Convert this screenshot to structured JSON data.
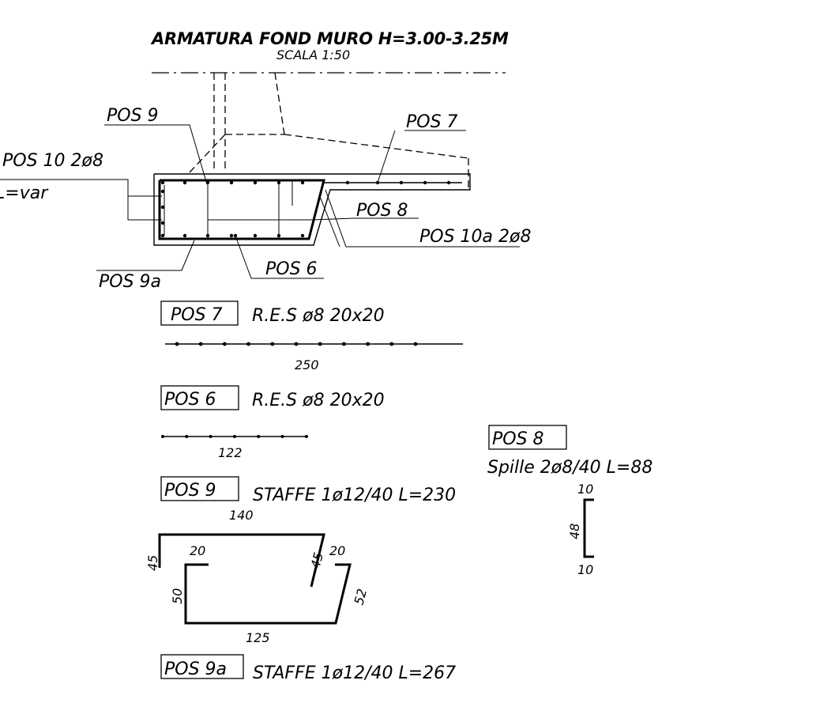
{
  "title": "ARMATURA FOND MURO H=3.00-3.25M",
  "scale": "SCALA 1:50",
  "section_labels": {
    "pos9": "POS 9",
    "pos7": "POS 7",
    "pos10": "POS 10 2ø8",
    "lvar": "L=var",
    "pos8": "POS 8",
    "pos10a": "POS 10a 2ø8",
    "pos9a": "POS 9a",
    "pos6": "POS 6"
  },
  "schedule": {
    "pos7": {
      "tag": "POS 7",
      "desc": "R.E.S ø8 20x20",
      "length": "250"
    },
    "pos6": {
      "tag": "POS 6",
      "desc": "R.E.S ø8 20x20",
      "length": "122"
    },
    "pos8": {
      "tag": "POS 8",
      "desc": "Spille 2ø8/40 L=88",
      "dim_top": "10",
      "dim_side": "48",
      "dim_bottom": "10"
    },
    "pos9": {
      "tag": "POS 9",
      "desc": "STAFFE 1ø12/40 L=230",
      "dim_top": "140",
      "dim_left_leg": "45",
      "dim_left_hook": "20",
      "dim_right_leg": "45",
      "dim_right_hook": "20",
      "dim_inner_left": "50",
      "dim_inner_right": "52",
      "dim_bottom": "125"
    },
    "pos9a": {
      "tag": "POS 9a",
      "desc": "STAFFE 1ø12/40 L=267"
    }
  }
}
